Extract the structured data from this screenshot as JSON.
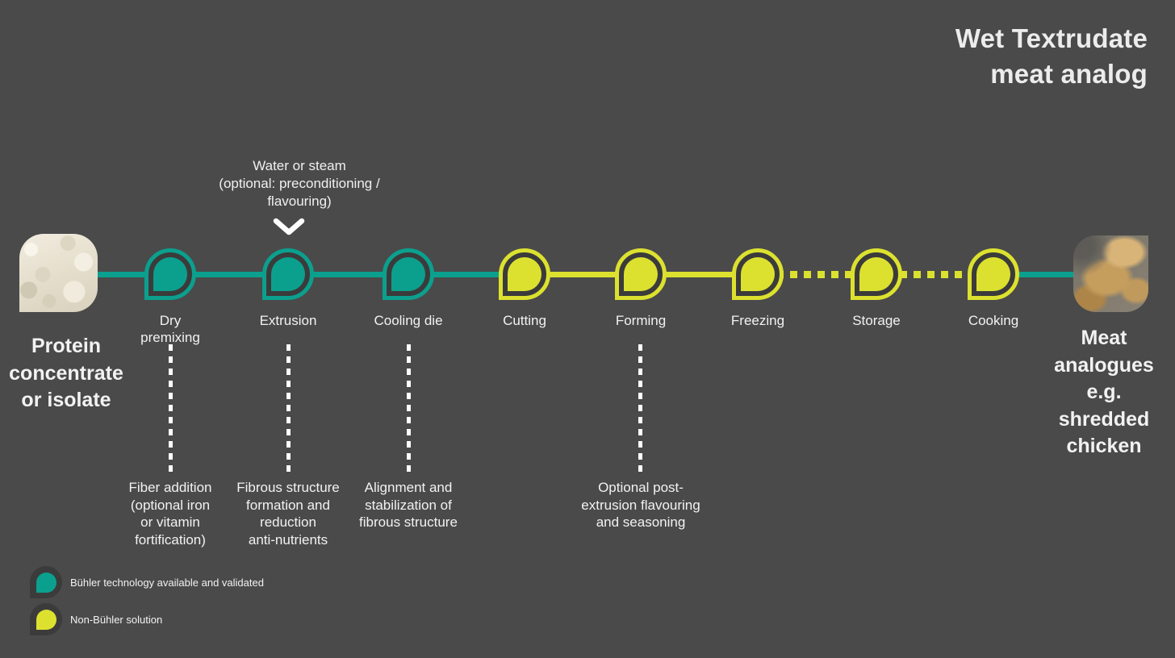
{
  "title": {
    "lines": [
      "Wet Textrudate",
      "meat analog"
    ]
  },
  "colors": {
    "background": "#4a4a4a",
    "buhler_teal": "#0ba08e",
    "non_buhler_yellow": "#dce12f",
    "icon_gap_dark": "#3b3b3b",
    "text": "#f2f2f2"
  },
  "input": {
    "image": "protein-powder-photo",
    "label_lines": [
      "Protein",
      "concentrate",
      "or isolate"
    ]
  },
  "output": {
    "image": "shredded-chicken-photo",
    "label_lines": [
      "Meat",
      "analogues",
      "e.g.",
      "shredded",
      "chicken"
    ]
  },
  "top_annotation": {
    "lines": [
      "Water or steam",
      "(optional: preconditioning /",
      "flavouring)"
    ],
    "arrow": "chevron-down-icon"
  },
  "steps": [
    {
      "label_lines": [
        "Dry",
        "premixing"
      ],
      "type": "buhler",
      "note_lines": [
        "Fiber addition",
        "(optional iron",
        "or vitamin",
        "fortification)"
      ]
    },
    {
      "label_lines": [
        "Extrusion"
      ],
      "type": "buhler",
      "note_lines": [
        "Fibrous structure",
        "formation and",
        "reduction",
        "anti-nutrients"
      ]
    },
    {
      "label_lines": [
        "Cooling die"
      ],
      "type": "buhler",
      "note_lines": [
        "Alignment and",
        "stabilization of",
        "fibrous structure"
      ]
    },
    {
      "label_lines": [
        "Cutting"
      ],
      "type": "non_buhler"
    },
    {
      "label_lines": [
        "Forming"
      ],
      "type": "non_buhler",
      "note_lines": [
        "Optional post-",
        "extrusion flavouring",
        "and seasoning"
      ]
    },
    {
      "label_lines": [
        "Freezing"
      ],
      "type": "non_buhler"
    },
    {
      "label_lines": [
        "Storage"
      ],
      "type": "non_buhler"
    },
    {
      "label_lines": [
        "Cooking"
      ],
      "type": "non_buhler"
    }
  ],
  "connections": [
    {
      "from": "input",
      "to": "Cutting",
      "style": "solid",
      "color": "teal"
    },
    {
      "from": "Cutting",
      "to": "Freezing",
      "style": "solid",
      "color": "yellow"
    },
    {
      "from": "Freezing",
      "to": "Cooking",
      "style": "dotted",
      "color": "yellow"
    },
    {
      "from": "Cooking",
      "to": "output",
      "style": "solid",
      "color": "teal"
    }
  ],
  "legend": [
    {
      "type": "buhler",
      "label": "Bühler technology available and validated"
    },
    {
      "type": "non_buhler",
      "label": "Non-Bühler solution"
    }
  ]
}
